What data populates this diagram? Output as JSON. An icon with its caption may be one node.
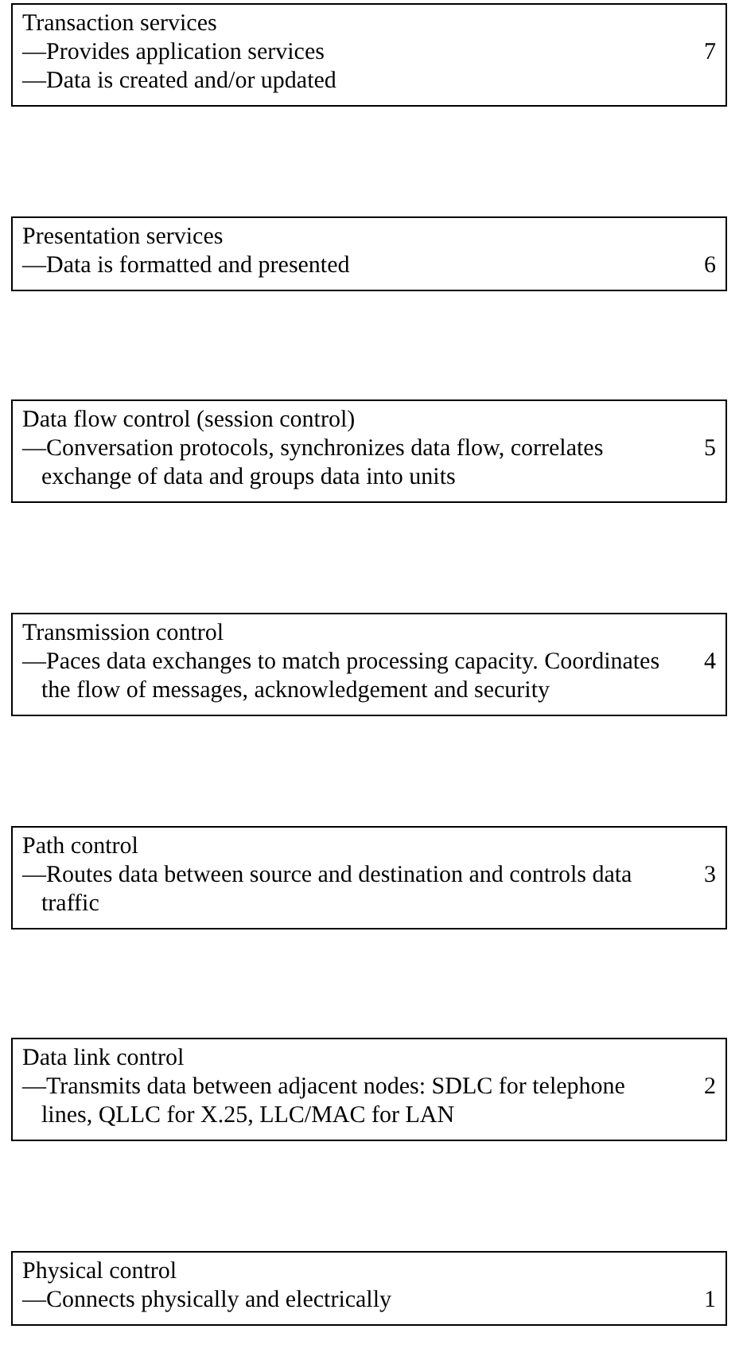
{
  "diagram": {
    "nodes": [
      {
        "text": [
          "Transaction services",
          "—Provides application services",
          "—Data is created and/or updated",
          "7"
        ]
      },
      {
        "text": [
          "Presentation services",
          "—Data is formatted and presented",
          "6"
        ]
      },
      {
        "text": [
          "Data flow control (session control)",
          "—Conversation protocols, synchronizes data flow, correlates exchange of data and groups data into units",
          "5"
        ]
      },
      {
        "text": [
          "Transmission control",
          "—Paces data exchanges to match processing capacity. Coordinates the flow of messages, acknowledgement and security",
          "4"
        ]
      },
      {
        "text": [
          "Path control",
          "—Routes data between source and destination and controls data traffic",
          "3"
        ]
      },
      {
        "text": [
          "Data link control",
          "—Transmits data between adjacent nodes: SDLC for telephone lines, QLLC for X.25, LLC/MAC for LAN",
          "2"
        ]
      },
      {
        "text": [
          "Physical control",
          "—Connects physically and electrically",
          "1"
        ]
      }
    ]
  }
}
